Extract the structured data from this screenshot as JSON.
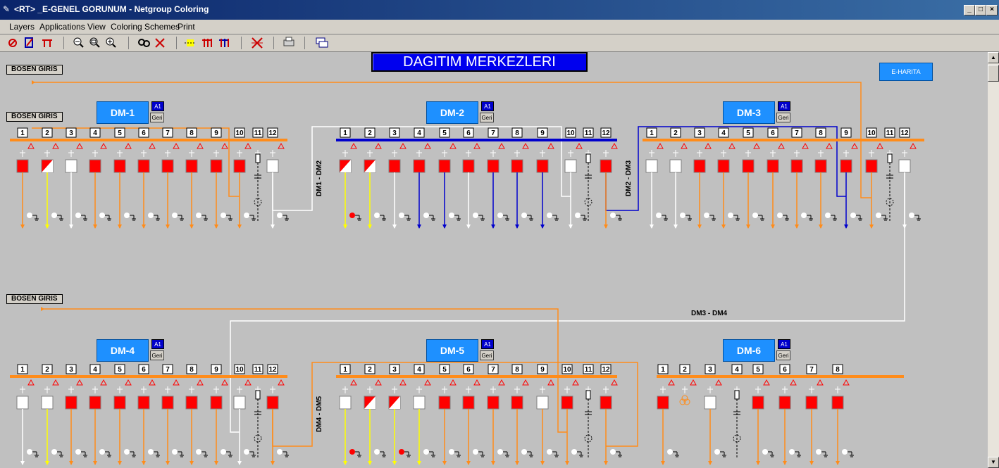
{
  "window": {
    "title": "<RT> _E-GENEL GORUNUM - Netgroup Coloring",
    "controls": [
      "_",
      "□",
      "×"
    ]
  },
  "menu": [
    "Layers",
    "Applications",
    "View",
    "Coloring Schemes",
    "Print"
  ],
  "toolbar": {
    "buttons": [
      "layer-icon",
      "db-icon",
      "tower-icon",
      "zoom-out-icon",
      "zoom-fit-icon",
      "zoom-in-icon",
      "link-icon",
      "clear-icon",
      "highlight-icon",
      "feeder-icon",
      "multi-feeder-icon",
      "cross-icon",
      "print-icon",
      "window-icon"
    ]
  },
  "diagram": {
    "title": "DAGITIM MERKEZLERI",
    "eharita_label": "E-HARITA",
    "bosen_labels": [
      "BOSEN GIRIS",
      "BOSEN GIRIS",
      "BOSEN GIRIS"
    ],
    "a1_label": "A1",
    "geri_label": "Geri",
    "link_labels": {
      "dm1_dm2": "DM1 - DM2",
      "dm2_dm3": "DM2 - DM3",
      "dm3_dm4": "DM3 - DM4",
      "dm4_dm5": "DM4 - DM5"
    },
    "centers": [
      {
        "name": "DM-1",
        "bay_count": 12,
        "busbar_color": "#ff8c1a"
      },
      {
        "name": "DM-2",
        "bay_count": 12,
        "busbar_color": "#0000cc"
      },
      {
        "name": "DM-3",
        "bay_count": 12,
        "busbar_color": "#ff8c1a"
      },
      {
        "name": "DM-4",
        "bay_count": 12,
        "busbar_color": "#ff8c1a"
      },
      {
        "name": "DM-5",
        "bay_count": 12,
        "busbar_color": "#ff8c1a"
      },
      {
        "name": "DM-6",
        "bay_count": 8,
        "busbar_color": "#ff8c1a"
      }
    ]
  },
  "colors": {
    "energized": "#ff8c1a",
    "dm2_feed": "#0000cc",
    "breaker_closed": "#ff0000",
    "breaker_open": "#ffffff",
    "yellow_feed": "#ffff00",
    "header": "#1e90ff",
    "title_bg": "#0000ee"
  }
}
